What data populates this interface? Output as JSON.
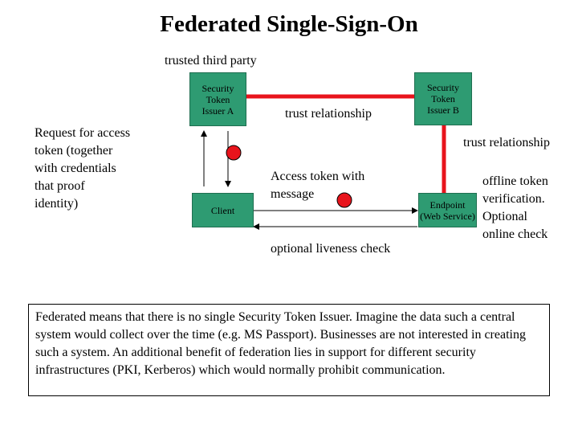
{
  "title": "Federated Single-Sign-On",
  "labels": {
    "trusted_third_party": "trusted third party",
    "trust_relationship_top": "trust relationship",
    "trust_relationship_right": "trust relationship",
    "request_for_token": "Request for access\ntoken (together\nwith credentials\nthat proof\nidentity)",
    "access_token_with_message": "Access token with\nmessage",
    "optional_liveness_check": "optional liveness check",
    "offline_verification": "offline token\nverification.\nOptional\nonline check"
  },
  "boxes": {
    "issuer_a": "Security\nToken\nIssuer A",
    "issuer_b": "Security\nToken\nIssuer B",
    "client": "Client",
    "endpoint": "Endpoint\n(Web Service)"
  },
  "note": "Federated means that there is no single Security Token Issuer. Imagine the data such a central system would collect over the time (e.g. MS Passport). Businesses are not interested in creating such a system. An additional benefit of federation lies in support for different security infrastructures (PKI, Kerberos) which would normally prohibit communication.",
  "colors": {
    "box_fill": "#2e9b72",
    "trust_line": "#e8141c",
    "token_dot": "#e8141c"
  }
}
